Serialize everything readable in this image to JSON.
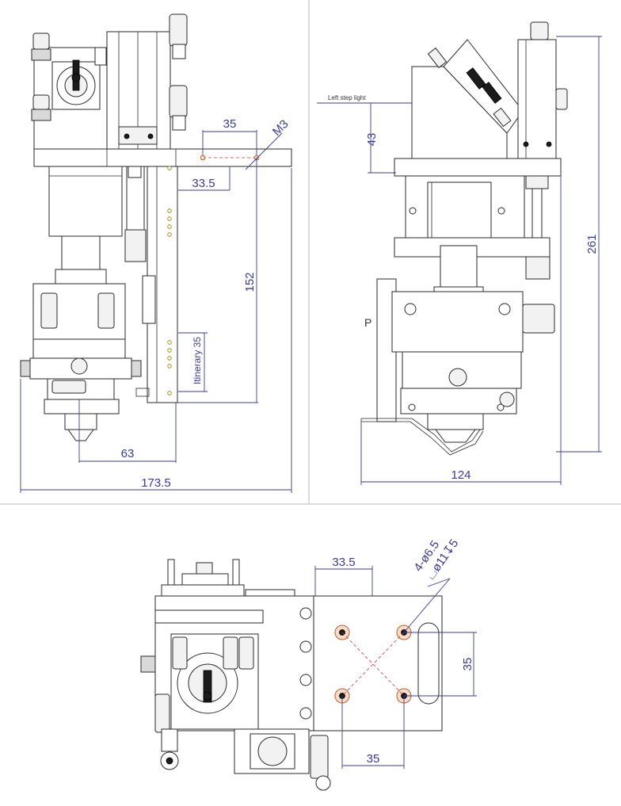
{
  "front_view": {
    "dims": {
      "top_width": "35",
      "thread": "M3",
      "offset": "33.5",
      "vertical": "152",
      "stroke": "Itinerary 35",
      "nozzle_offset": "63",
      "total_width": "173.5"
    }
  },
  "side_view": {
    "dims": {
      "step_note": "Left step light",
      "step_height": "43",
      "total_height": "261",
      "width": "124"
    },
    "label_p": "P"
  },
  "top_view": {
    "dims": {
      "offset": "33.5",
      "holes": "4-ø6.5",
      "counterbore": "⌴ø11↧5",
      "vertical_spacing": "35",
      "horizontal_spacing": "35"
    }
  }
}
